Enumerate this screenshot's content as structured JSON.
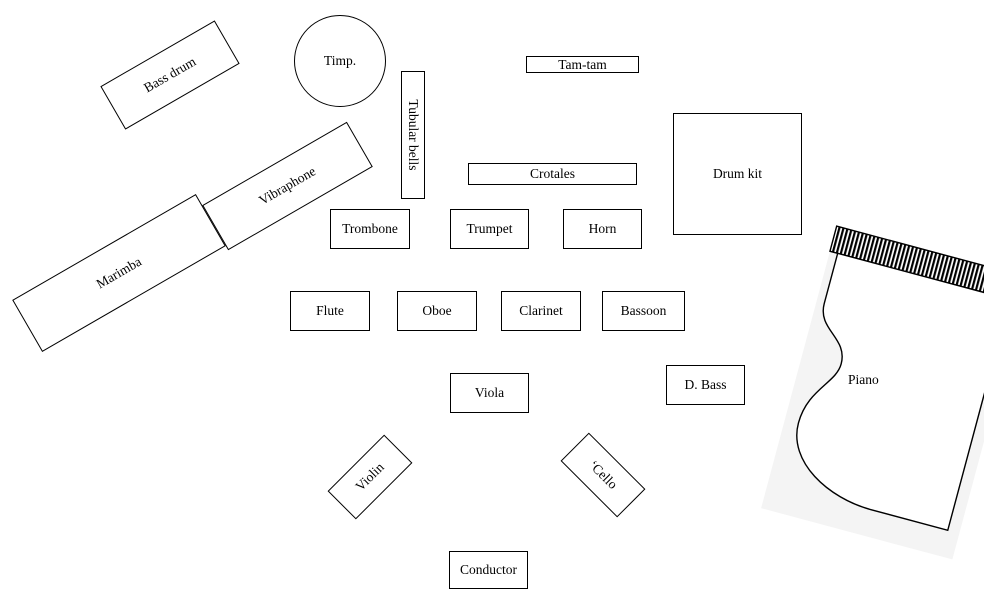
{
  "instruments": {
    "bass_drum": "Bass drum",
    "timpani": "Timp.",
    "tubular_bells": "Tubular bells",
    "tam_tam": "Tam-tam",
    "vibraphone": "Vibraphone",
    "marimba": "Marimba",
    "crotales": "Crotales",
    "drum_kit": "Drum kit",
    "trombone": "Trombone",
    "trumpet": "Trumpet",
    "horn": "Horn",
    "flute": "Flute",
    "oboe": "Oboe",
    "clarinet": "Clarinet",
    "bassoon": "Bassoon",
    "viola": "Viola",
    "double_bass": "D. Bass",
    "violin": "Violin",
    "cello": "‘Cello",
    "piano": "Piano",
    "conductor": "Conductor"
  }
}
